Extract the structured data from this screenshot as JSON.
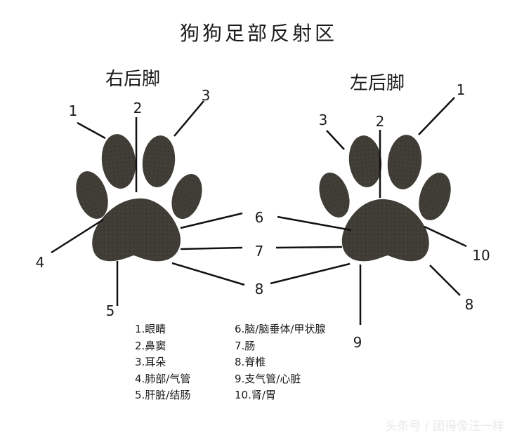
{
  "title": "狗狗足部反射区",
  "right_paw": {
    "title": "右后脚",
    "labels": [
      "1",
      "2",
      "3",
      "4",
      "5"
    ]
  },
  "left_paw": {
    "title": "左后脚",
    "labels": [
      "1",
      "2",
      "3",
      "10",
      "8",
      "9"
    ]
  },
  "center_labels": [
    "6",
    "7",
    "8"
  ],
  "legend": {
    "col1": [
      "1.眼睛",
      "2.鼻窦",
      "3.耳朵",
      "4.肺部/气管",
      "5.肝脏/结肠"
    ],
    "col2": [
      "6.脑/脑垂体/甲状腺",
      "7.肠",
      "8.脊椎",
      "9.支气管/心脏",
      "10.肾/胃"
    ]
  },
  "watermark": "头条号 / 团得像汪一样",
  "colors": {
    "pad": "#3d3b33",
    "line": "#111111"
  }
}
